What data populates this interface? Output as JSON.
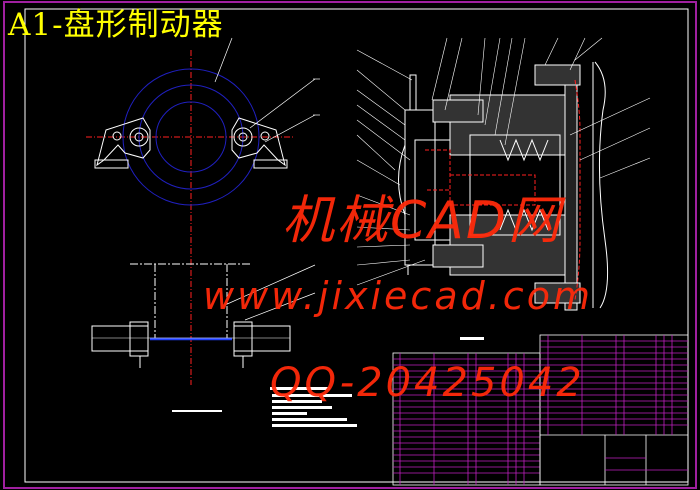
{
  "drawing": {
    "title": "A1-盘形制动器",
    "colors": {
      "border": "#a020a0",
      "lines": "#ffffff",
      "center": "#ff2020",
      "disc": "#2020c0",
      "title": "#ffff00",
      "watermark": "#ff2a0a",
      "table": "#c020c0"
    }
  },
  "watermark": {
    "site_name": "机械CAD网",
    "url": "www.jixiecad.com",
    "qq": "QQ-20425042"
  }
}
